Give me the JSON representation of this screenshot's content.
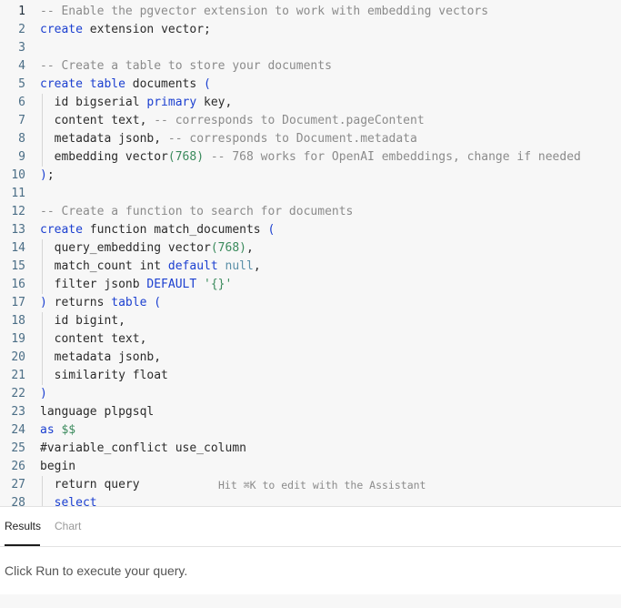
{
  "editor": {
    "active_line": 1,
    "lines": [
      [
        [
          "cm",
          "-- Enable the pgvector extension to work with embedding vectors"
        ]
      ],
      [
        [
          "kw",
          "create"
        ],
        [
          "",
          "extension vector;"
        ]
      ],
      [],
      [
        [
          "cm",
          "-- Create a table to store your documents"
        ]
      ],
      [
        [
          "kw",
          "create table"
        ],
        [
          "",
          "documents "
        ],
        [
          "kw",
          "("
        ]
      ],
      [
        [
          "",
          "  id bigserial "
        ],
        [
          "kw",
          "primary"
        ],
        [
          "",
          ""
        ],
        [
          "",
          " key,"
        ]
      ],
      [
        [
          "",
          "  content text, "
        ],
        [
          "cm",
          "-- corresponds to Document.pageContent"
        ]
      ],
      [
        [
          "",
          "  metadata jsonb, "
        ],
        [
          "cm",
          "-- corresponds to Document.metadata"
        ]
      ],
      [
        [
          "",
          "  embedding vector"
        ],
        [
          "num",
          "(768)"
        ],
        [
          "cm",
          " -- 768 works for OpenAI embeddings, change if needed"
        ]
      ],
      [
        [
          "kw",
          ")"
        ],
        [
          "",
          ";"
        ]
      ],
      [],
      [
        [
          "cm",
          "-- Create a function to search for documents"
        ]
      ],
      [
        [
          "kw",
          "create"
        ],
        [
          "",
          "function match_documents "
        ],
        [
          "kw",
          "("
        ]
      ],
      [
        [
          "",
          "  query_embedding vector"
        ],
        [
          "num",
          "(768)"
        ],
        [
          "",
          ","
        ]
      ],
      [
        [
          "",
          "  match_count int "
        ],
        [
          "kw",
          "default"
        ],
        [
          "nul",
          " null"
        ],
        [
          "",
          ","
        ]
      ],
      [
        [
          "",
          "  filter jsonb "
        ],
        [
          "kw",
          "DEFAULT"
        ],
        [
          "str",
          " '{}'"
        ]
      ],
      [
        [
          "kw",
          ")"
        ],
        [
          "",
          " returns "
        ],
        [
          "kw",
          "table"
        ],
        [
          "kw",
          " ("
        ]
      ],
      [
        [
          "",
          "  id bigint,"
        ]
      ],
      [
        [
          "",
          "  content text,"
        ]
      ],
      [
        [
          "",
          "  metadata jsonb,"
        ]
      ],
      [
        [
          "",
          "  similarity float"
        ]
      ],
      [
        [
          "kw",
          ")"
        ]
      ],
      [
        [
          "",
          "language plpgsql"
        ]
      ],
      [
        [
          "kw",
          "as"
        ],
        [
          "num",
          " $$"
        ]
      ],
      [
        [
          "",
          "#variable_conflict use_column"
        ]
      ],
      [
        [
          "",
          "begin"
        ]
      ],
      [
        [
          "",
          "  return query"
        ]
      ],
      [
        [
          "kw",
          "  select"
        ]
      ]
    ],
    "indented_lines": [
      6,
      7,
      8,
      9,
      14,
      15,
      16,
      18,
      19,
      20,
      21,
      27,
      28
    ],
    "hint": "Hit ⌘K to edit with the Assistant"
  },
  "panel": {
    "tabs": [
      {
        "label": "Results",
        "active": true
      },
      {
        "label": "Chart",
        "active": false
      }
    ],
    "message": "Click Run to execute your query."
  }
}
